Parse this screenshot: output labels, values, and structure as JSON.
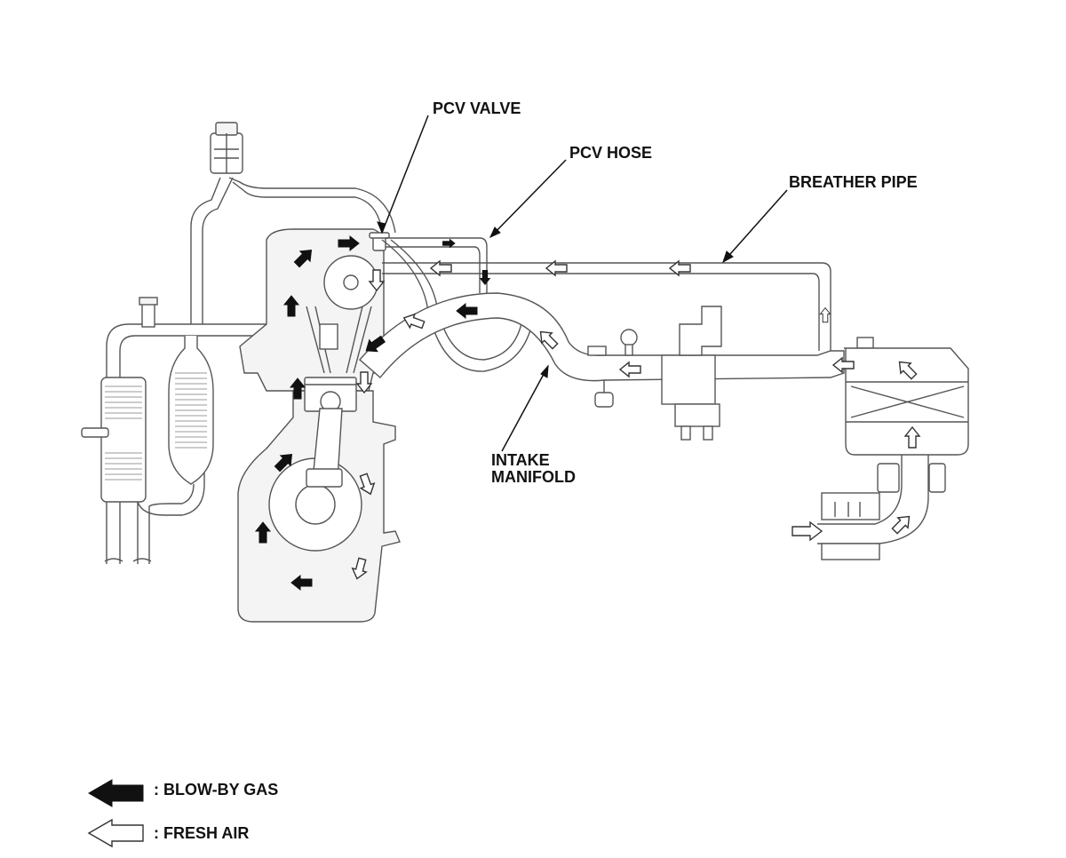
{
  "labels": {
    "pcv_valve": "PCV VALVE",
    "pcv_hose": "PCV HOSE",
    "breather_pipe": "BREATHER PIPE",
    "intake_manifold_line1": "INTAKE",
    "intake_manifold_line2": "MANIFOLD"
  },
  "legend": {
    "blow_by": ": BLOW-BY GAS",
    "fresh_air": ": FRESH AIR"
  },
  "colors": {
    "blow_by_arrow": "#111111",
    "fresh_air_arrow": "#ffffff",
    "line": "#555555"
  }
}
